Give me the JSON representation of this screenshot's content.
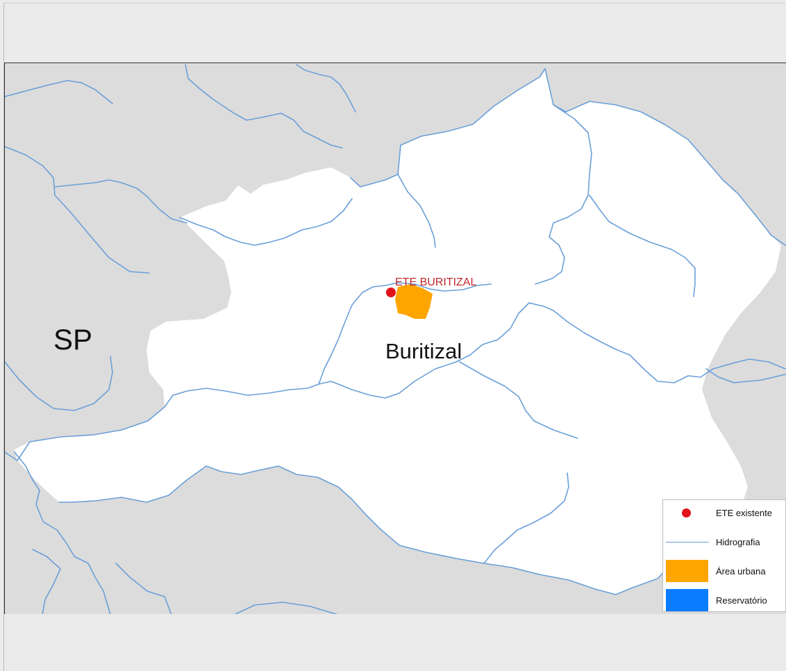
{
  "map": {
    "state_label": "SP",
    "municipality_label": "Buritizal",
    "point_label": "ETE BURITIZAL"
  },
  "legend": [
    {
      "label": "ETE existente",
      "symbol": "dot",
      "color": "#e3131b"
    },
    {
      "label": "Hidrografia",
      "symbol": "line",
      "color": "#6a9fd8"
    },
    {
      "label": "Área urbana",
      "symbol": "fill",
      "color": "#ffa500"
    },
    {
      "label": "Reservatório",
      "symbol": "fill",
      "color": "#0a7cff"
    }
  ],
  "colors": {
    "background": "#dcdcdc",
    "municipality_fill": "#ffffff",
    "river": "#6a9fd8",
    "urban_area": "#ffa500",
    "ete_point": "#e3131b",
    "point_label": "#c0282d"
  }
}
